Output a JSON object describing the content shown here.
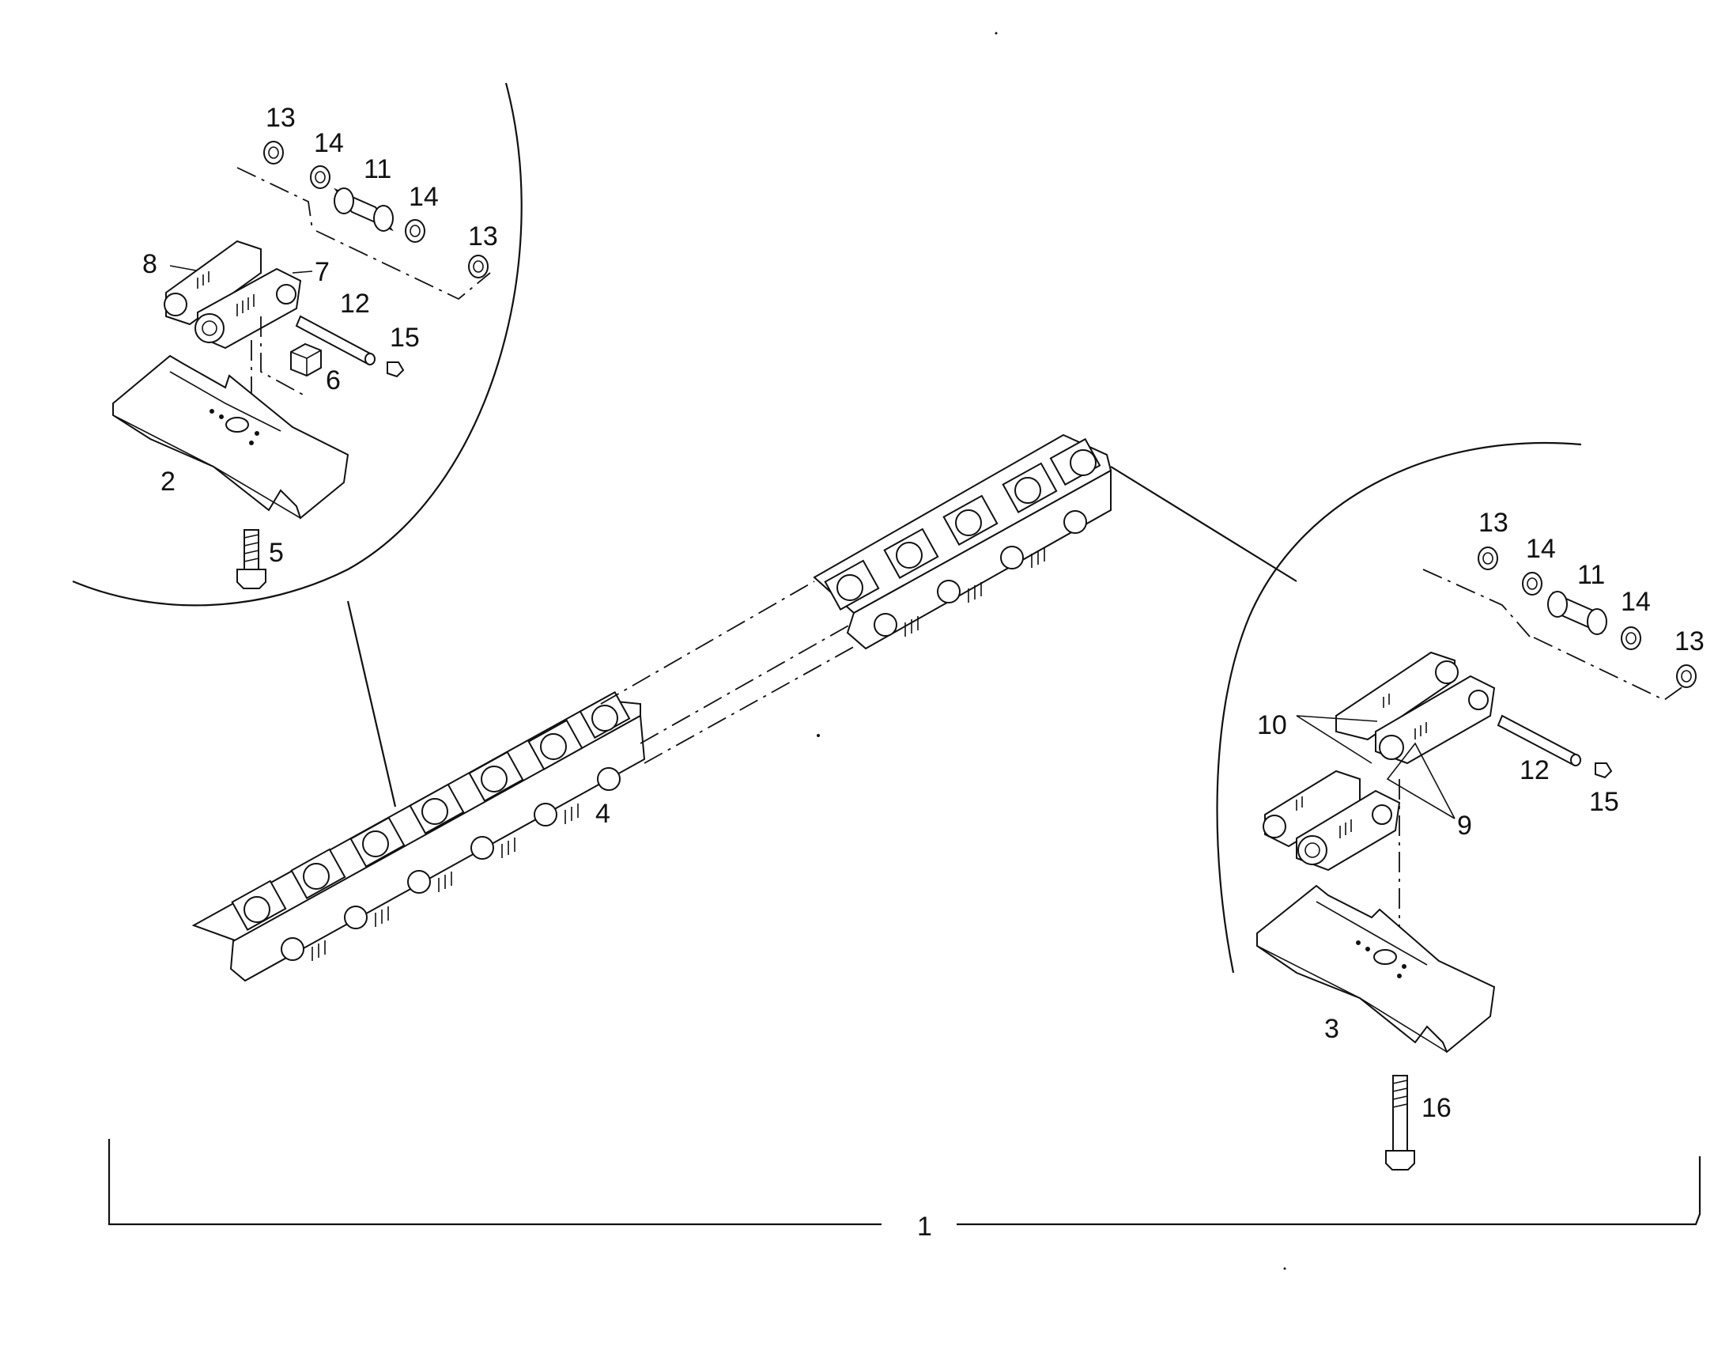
{
  "callouts": {
    "assembly": "1",
    "shoe_left": "2",
    "shoe_right": "3",
    "chain": "4",
    "bolt_left": "5",
    "nut": "6",
    "link_7": "7",
    "link_8": "8",
    "link_9": "9",
    "link_10": "10",
    "bushing_left": "11",
    "bushing_right": "11",
    "pin_left": "12",
    "pin_right": "12",
    "seal_13_a": "13",
    "seal_13_b": "13",
    "seal_13_c": "13",
    "seal_13_d": "13",
    "spacer_14_a": "14",
    "spacer_14_b": "14",
    "spacer_14_c": "14",
    "spacer_14_d": "14",
    "plug_left": "15",
    "plug_right": "15",
    "bolt_right": "16"
  },
  "colors": {
    "ink": "#111111",
    "paper": "#ffffff"
  }
}
